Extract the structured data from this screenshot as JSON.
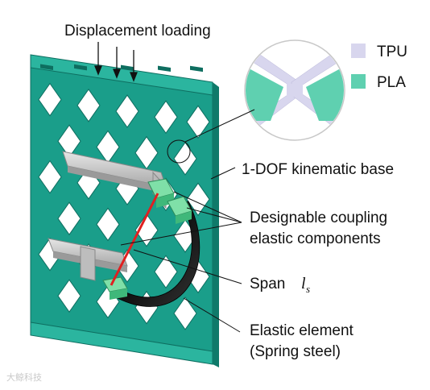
{
  "labels": {
    "displacement_loading": "Displacement loading",
    "kinematic_base": "1-DOF kinematic base",
    "coupling_line1": "Designable coupling",
    "coupling_line2": "elastic components",
    "span": "Span",
    "span_symbol": "l",
    "span_subscript": "s",
    "elastic_line1": "Elastic element",
    "elastic_line2": "(Spring steel)"
  },
  "legend": [
    {
      "name": "TPU",
      "color": "#d8d6ee"
    },
    {
      "name": "PLA",
      "color": "#5fd0b0"
    }
  ],
  "watermark": "大鲸科技",
  "colors": {
    "lattice": "#1a9e8a",
    "lattice_dark": "#107a6a",
    "lattice_light": "#3cc2ac",
    "steel": "#cfcfcf",
    "coupling": "#5fd08a",
    "span_line": "#e02020",
    "spring": "#222222"
  }
}
